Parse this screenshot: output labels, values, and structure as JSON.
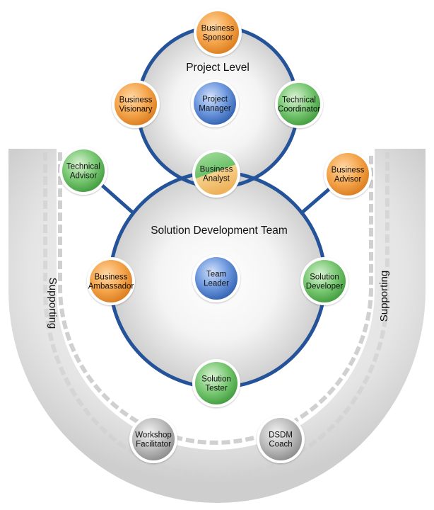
{
  "titles": {
    "project_level": "Project Level",
    "solution_team": "Solution Development Team"
  },
  "supporting_labels": {
    "left": "Supporting",
    "right": "Supporting"
  },
  "colors": {
    "ring_blue": "#24539a",
    "orange": "#f2a24a",
    "green": "#6cc16a",
    "blue": "#5b88d6",
    "grey": "#b5b5b5"
  },
  "nodes": [
    {
      "id": "business-sponsor",
      "color": "orange",
      "lines": [
        "Business",
        "Sponsor"
      ]
    },
    {
      "id": "business-visionary",
      "color": "orange",
      "lines": [
        "Business",
        "Visionary"
      ]
    },
    {
      "id": "project-manager",
      "color": "blue",
      "lines": [
        "Project",
        "Manager"
      ]
    },
    {
      "id": "technical-coordinator",
      "color": "green",
      "lines": [
        "Technical",
        "Coordinator"
      ]
    },
    {
      "id": "business-analyst",
      "color": "green-orange",
      "lines": [
        "Business",
        "Analyst"
      ]
    },
    {
      "id": "technical-advisor",
      "color": "green",
      "lines": [
        "Technical",
        "Advisor"
      ]
    },
    {
      "id": "business-advisor",
      "color": "orange",
      "lines": [
        "Business",
        "Advisor"
      ]
    },
    {
      "id": "business-ambassador",
      "color": "orange",
      "lines": [
        "Business",
        "Ambassador"
      ]
    },
    {
      "id": "team-leader",
      "color": "blue",
      "lines": [
        "Team",
        "Leader"
      ]
    },
    {
      "id": "solution-developer",
      "color": "green",
      "lines": [
        "Solution",
        "Developer"
      ]
    },
    {
      "id": "solution-tester",
      "color": "green",
      "lines": [
        "Solution",
        "Tester"
      ]
    },
    {
      "id": "workshop-facilitator",
      "color": "grey",
      "lines": [
        "Workshop",
        "Facilitator"
      ]
    },
    {
      "id": "dsdm-coach",
      "color": "grey",
      "lines": [
        "DSDM",
        "Coach"
      ]
    }
  ]
}
